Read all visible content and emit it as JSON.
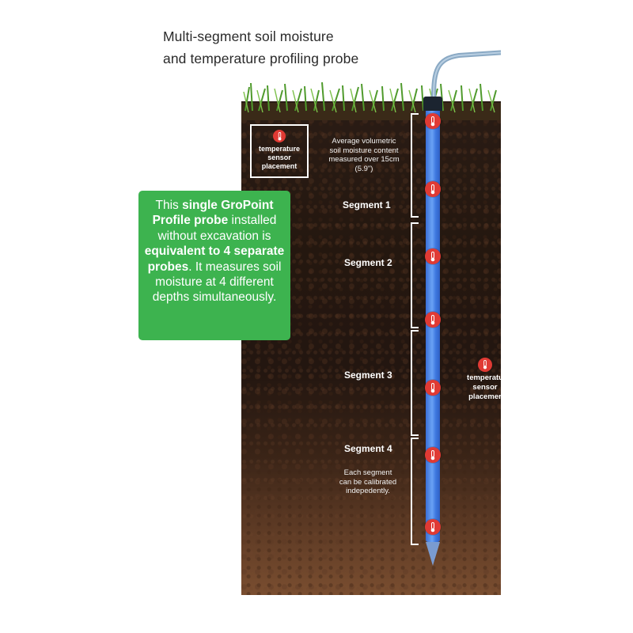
{
  "title": {
    "line1": "Multi-segment soil moisture",
    "line2": "and temperature profiling probe"
  },
  "temperature_legend": {
    "icon": "thermometer-icon",
    "line1": "temperature",
    "line2": "sensor",
    "line3": "placement"
  },
  "measurement_note": {
    "line1": "Average volumetric",
    "line2": "soil moisture content",
    "line3": "measured over 15cm",
    "line4": "(5.9\")"
  },
  "callout": {
    "p1": "This ",
    "b1": "single GroPoint Profile probe",
    "p2": " installed without excavation is ",
    "b2": "equivalent to 4 separate probes",
    "p3": ". It measures soil moisture at 4 different depths simultaneously.",
    "color": "#3db34f"
  },
  "segments": [
    {
      "label": "Segment 1"
    },
    {
      "label": "Segment 2"
    },
    {
      "label": "Segment 3"
    },
    {
      "label": "Segment 4"
    }
  ],
  "calibration_note": {
    "line1": "Each segment",
    "line2": "can be calibrated",
    "line3": "indepedently."
  },
  "right_temp_label": {
    "line1": "temperatu",
    "line2": "sensor",
    "line3": "placemer"
  },
  "colors": {
    "sensor_red": "#e03a34",
    "probe_blue": "#4a86e8",
    "callout_green": "#3db34f"
  },
  "sensor_count": 7
}
